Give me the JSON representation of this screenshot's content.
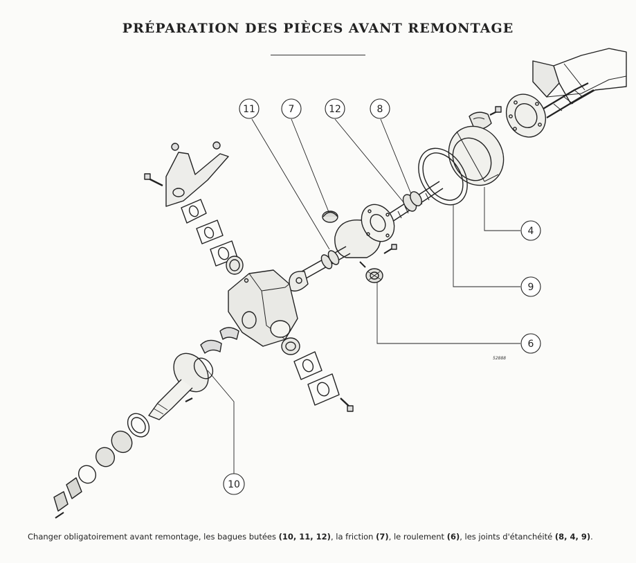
{
  "title": "PRÉPARATION DES PIÈCES AVANT REMONTAGE",
  "reference": "52888",
  "callouts": [
    {
      "id": "c11",
      "label": "11"
    },
    {
      "id": "c7",
      "label": "7"
    },
    {
      "id": "c12",
      "label": "12"
    },
    {
      "id": "c8",
      "label": "8"
    },
    {
      "id": "c4",
      "label": "4"
    },
    {
      "id": "c9",
      "label": "9"
    },
    {
      "id": "c6",
      "label": "6"
    },
    {
      "id": "c10",
      "label": "10"
    }
  ],
  "caption": {
    "part1": "Changer obligatoirement avant remontage, les bagues butées ",
    "bold1": "(10, 11, 12)",
    "part2": ", la friction ",
    "bold2": "(7)",
    "part3": ", le roulement ",
    "bold3": "(6)",
    "part4": ", les joints d'étanchéité ",
    "bold4": "(8, 4, 9)",
    "part5": "."
  }
}
